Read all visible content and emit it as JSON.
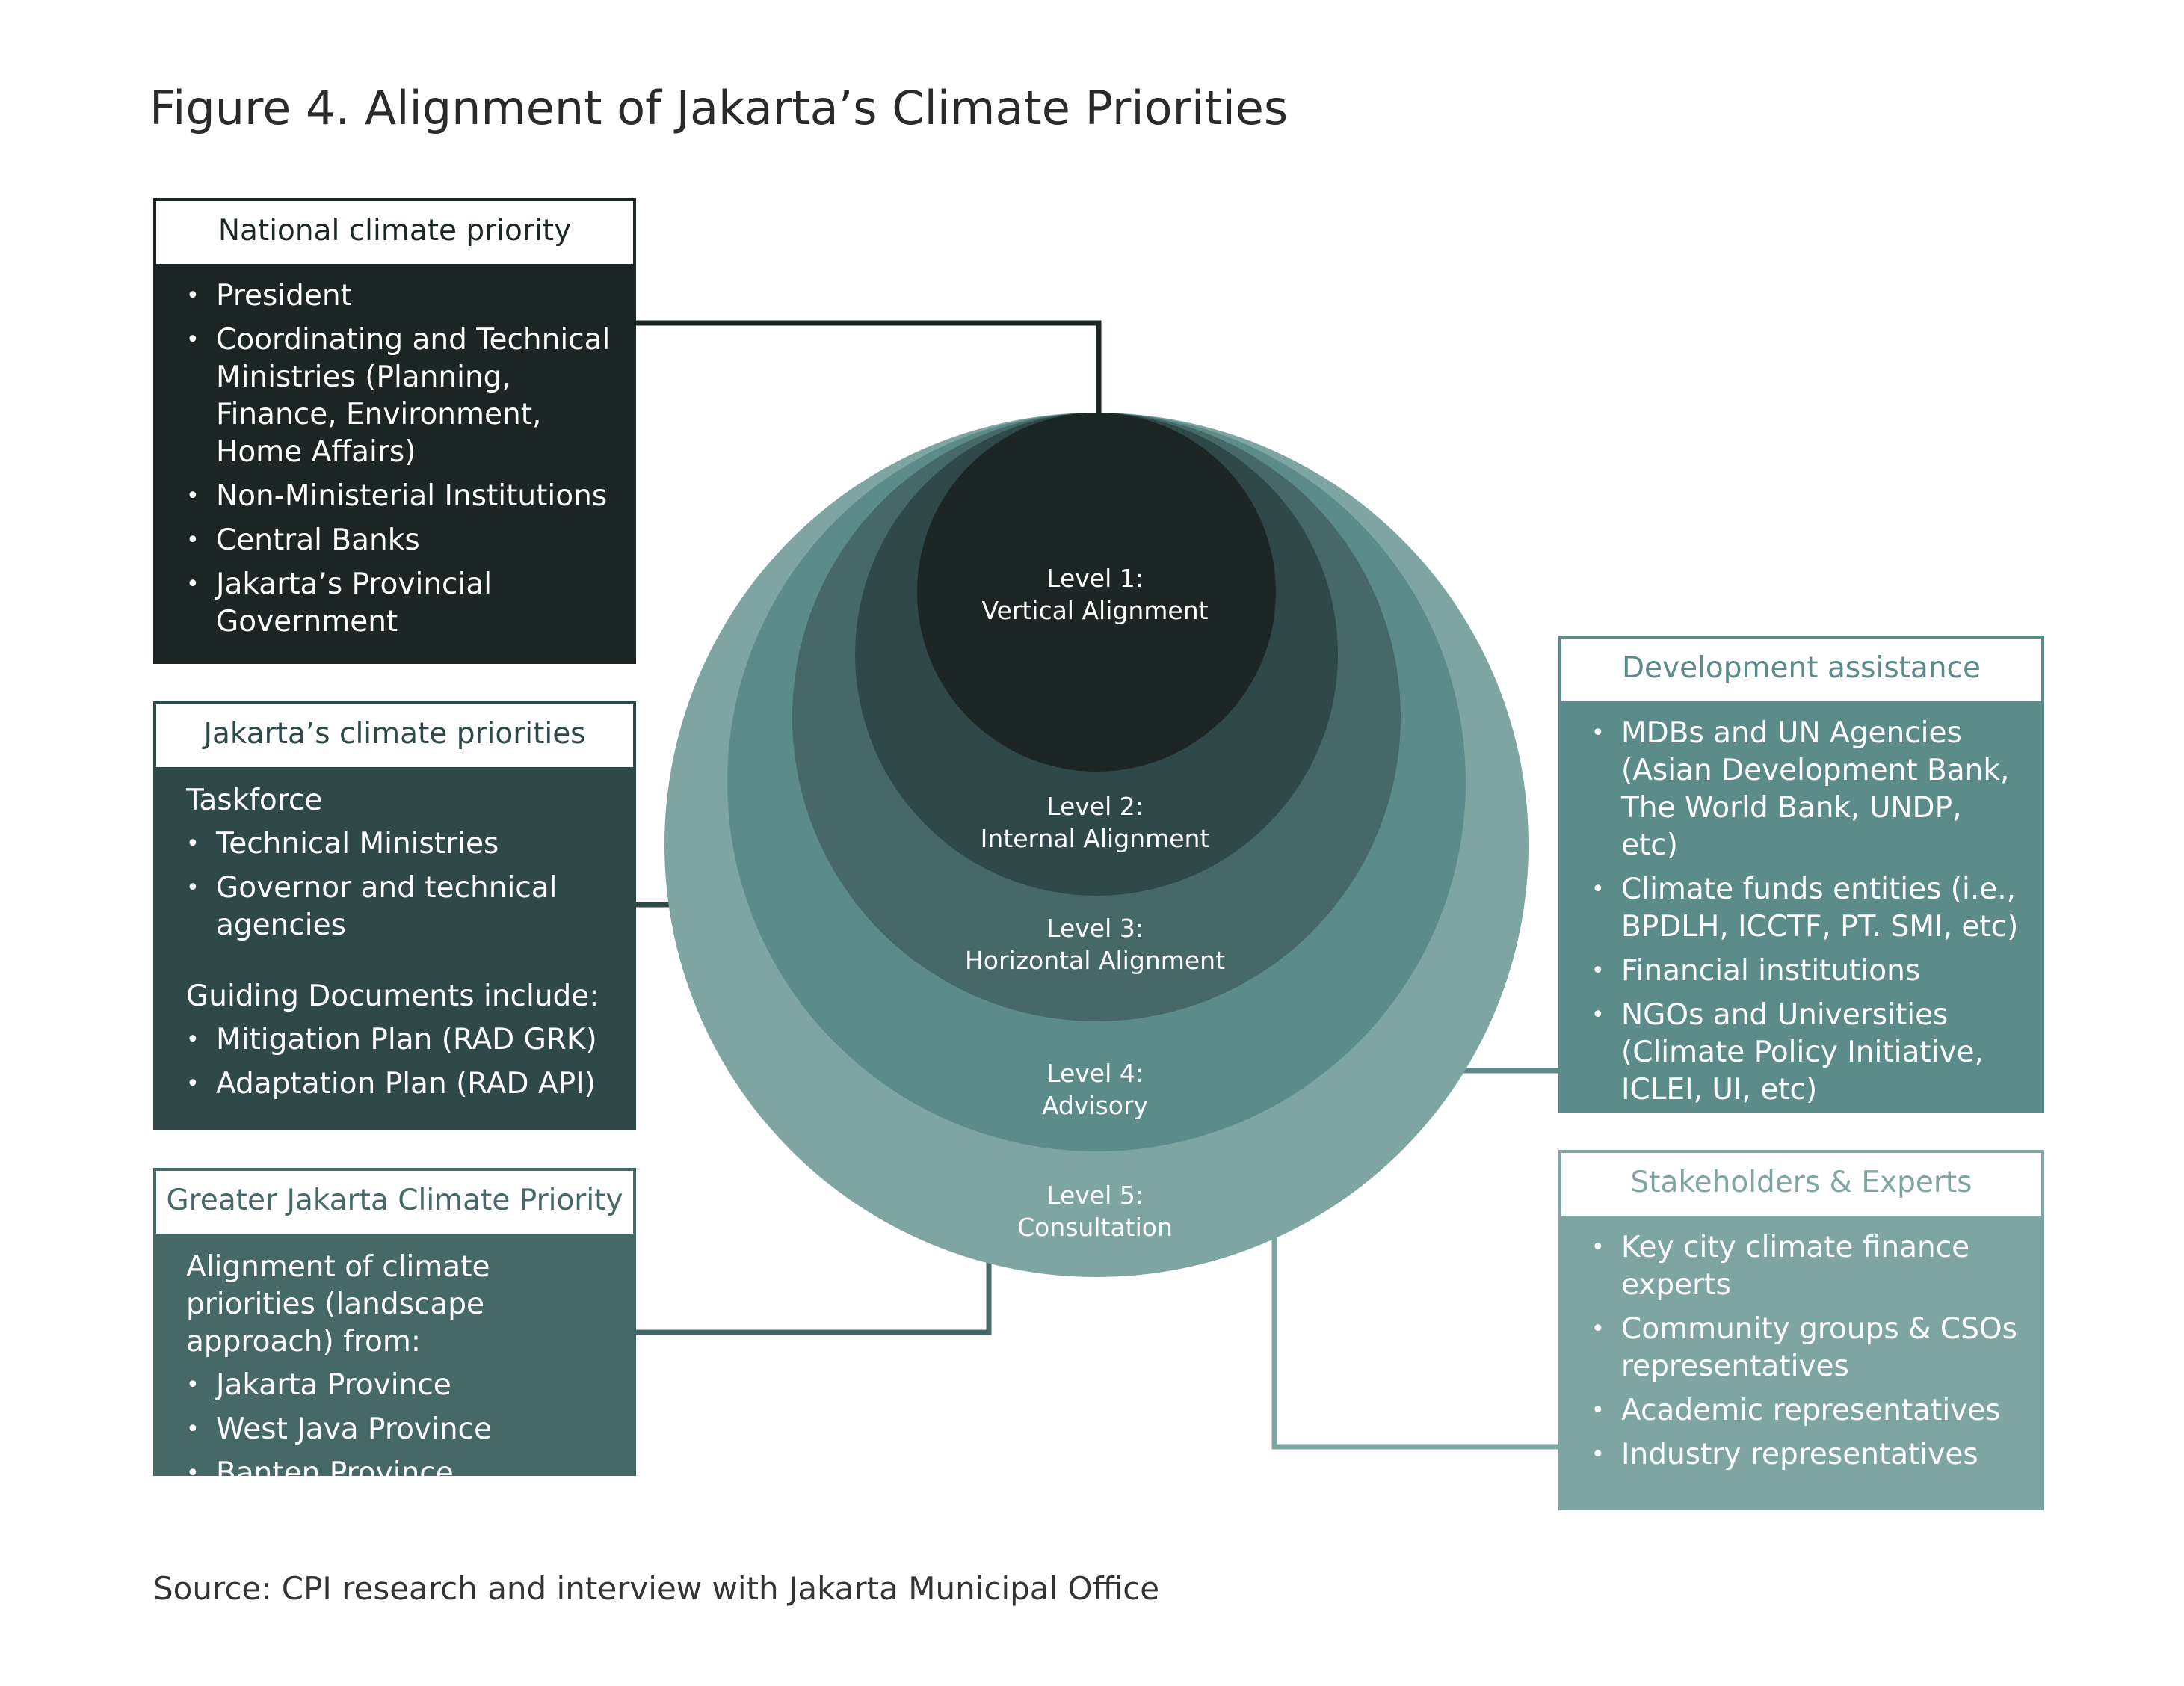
{
  "title": "Figure 4. Alignment of Jakarta’s Climate Priorities",
  "source": "Source: CPI research and interview with Jakarta Municipal Office",
  "colors": {
    "level1": "#1b2625",
    "level2": "#2f4848",
    "level3": "#466967",
    "level4": "#5b8c89",
    "level5": "#7fa5a3"
  },
  "levels": [
    {
      "name": "Level 1:",
      "label": "Vertical Alignment"
    },
    {
      "name": "Level 2:",
      "label": "Internal Alignment"
    },
    {
      "name": "Level 3:",
      "label": "Horizontal Alignment"
    },
    {
      "name": "Level 4:",
      "label": "Advisory"
    },
    {
      "name": "Level 5:",
      "label": "Consultation"
    }
  ],
  "national": {
    "header": "National climate priority",
    "items": [
      "President",
      "Coordinating and Technical Ministries (Planning, Finance, Environment, Home Affairs)",
      "Non-Ministerial Institutions",
      "Central Banks",
      "Jakarta’s Provincial Government"
    ]
  },
  "jakarta": {
    "header": "Jakarta’s climate priorities",
    "subhead1": "Taskforce",
    "items1": [
      "Technical Ministries",
      "Governor and technical agencies"
    ],
    "subhead2": "Guiding Documents include:",
    "items2": [
      "Mitigation Plan (RAD GRK)",
      "Adaptation Plan (RAD API)"
    ]
  },
  "greater": {
    "header": "Greater Jakarta Climate Priority",
    "intro": "Alignment of climate priorities (landscape approach) from:",
    "items": [
      "Jakarta Province",
      "West Java Province",
      "Banten Province"
    ]
  },
  "development": {
    "header": "Development assistance",
    "items": [
      "MDBs and UN Agencies (Asian Development Bank, The World Bank, UNDP, etc)",
      "Climate funds entities (i.e., BPDLH, ICCTF, PT. SMI, etc)",
      "Financial institutions",
      "NGOs and Universities (Climate Policy Initiative, ICLEI, UI, etc)"
    ]
  },
  "stakeholders": {
    "header": "Stakeholders & Experts",
    "items": [
      "Key city climate finance experts",
      "Community groups & CSOs representatives",
      "Academic representatives",
      "Industry representatives"
    ]
  }
}
